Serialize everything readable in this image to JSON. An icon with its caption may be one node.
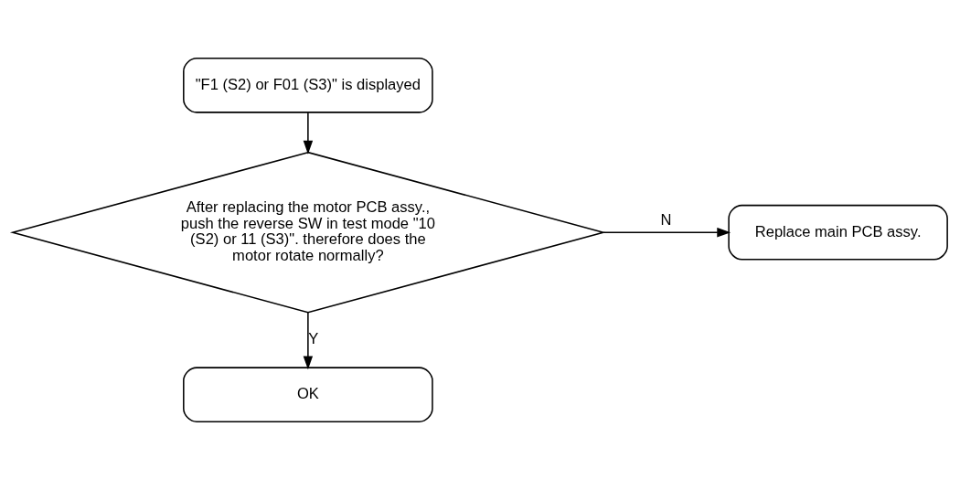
{
  "diagram": {
    "nodes": [
      {
        "text": [
          "\"F1 (S2) or F01 (S3)\" is displayed"
        ]
      },
      {
        "text": [
          "After replacing the motor PCB assy., push the reverse SW in test mode \"10 (S2) or 11 (S3)\". therefore does the motor rotate normally?"
        ]
      },
      {
        "text": [
          "Replace main PCB assy."
        ]
      },
      {
        "text": [
          "OK"
        ]
      }
    ],
    "edges": [
      {
        "from": 0,
        "to": 1,
        "arrow": "to"
      },
      {
        "from": 1,
        "to": 2,
        "arrow": "to",
        "label": "N"
      },
      {
        "from": 1,
        "to": 3,
        "arrow": "to",
        "label": "Y"
      }
    ]
  }
}
